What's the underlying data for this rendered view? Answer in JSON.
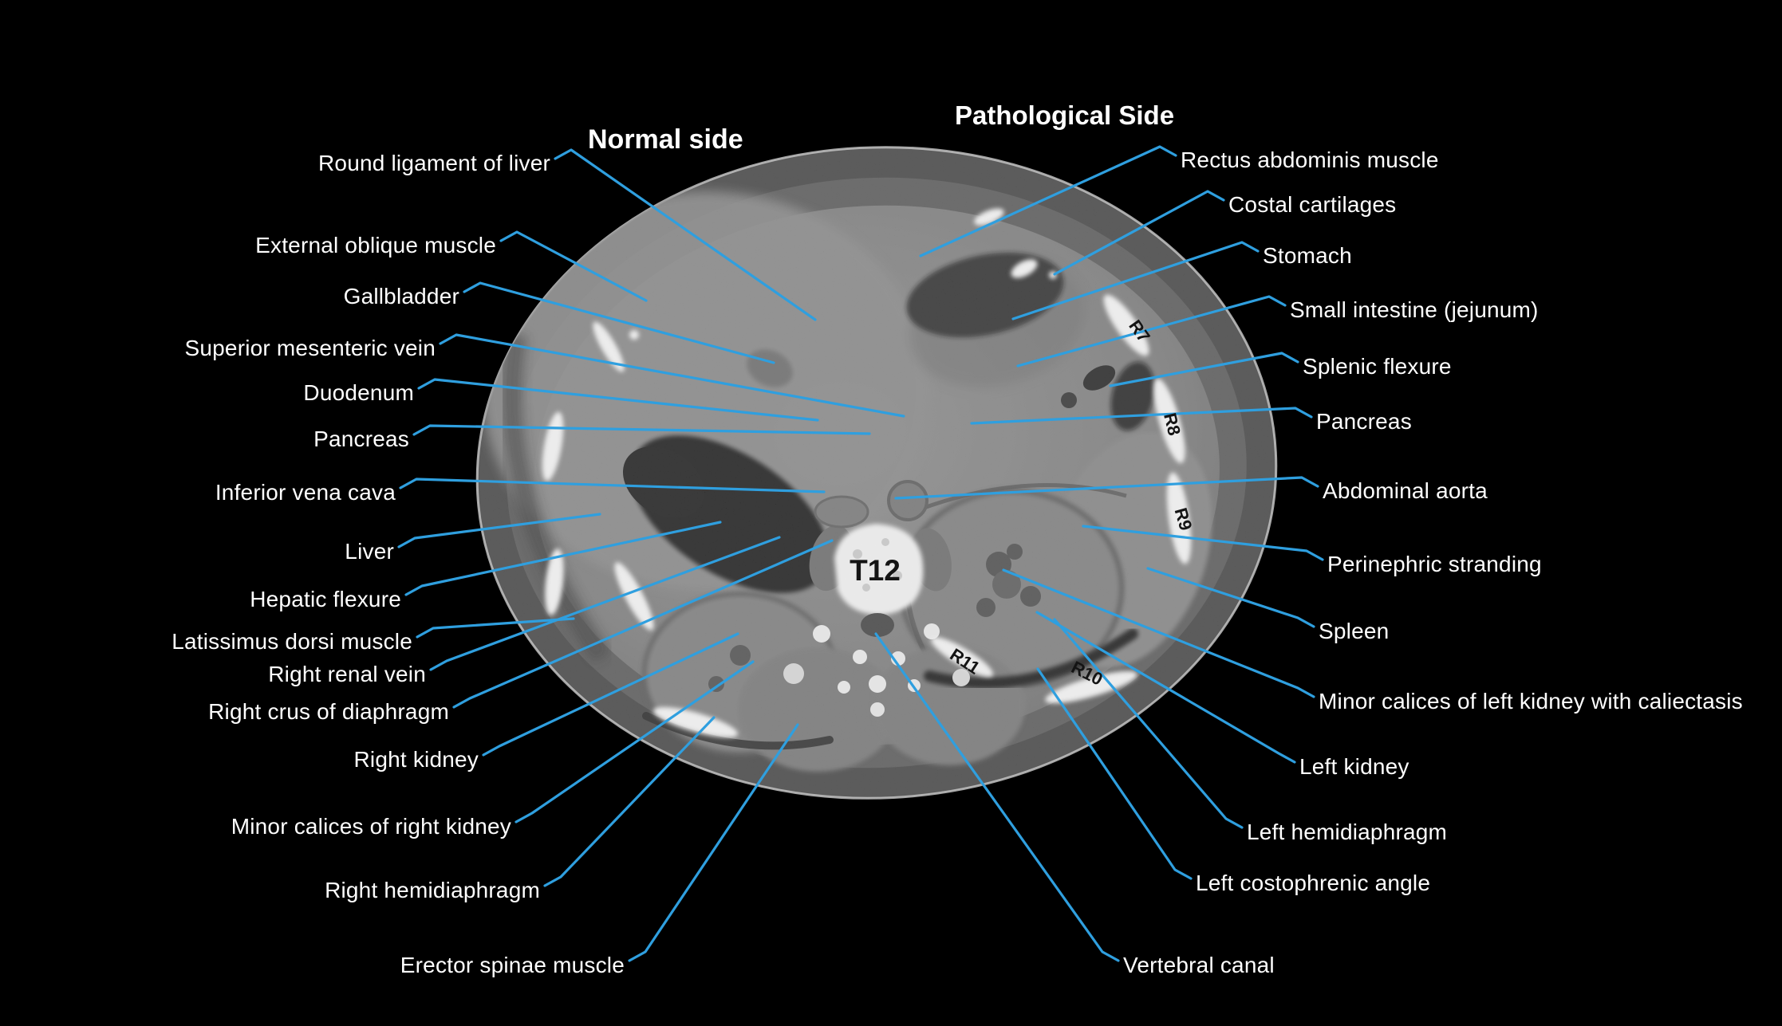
{
  "header": {
    "normal_side": "Normal side",
    "pathological_side": "Pathological Side"
  },
  "annotations": {
    "left": [
      {
        "text": "Round ligament of liver"
      },
      {
        "text": "External oblique muscle"
      },
      {
        "text": "Gallbladder"
      },
      {
        "text": "Superior mesenteric vein"
      },
      {
        "text": "Duodenum"
      },
      {
        "text": "Pancreas"
      },
      {
        "text": "Inferior vena cava"
      },
      {
        "text": "Liver"
      },
      {
        "text": "Hepatic flexure"
      },
      {
        "text": "Latissimus dorsi muscle"
      },
      {
        "text": "Right renal vein"
      },
      {
        "text": "Right crus of diaphragm"
      },
      {
        "text": "Right kidney"
      },
      {
        "text": "Minor calices of right kidney"
      },
      {
        "text": "Right hemidiaphragm"
      },
      {
        "text": "Erector spinae muscle"
      }
    ],
    "right": [
      {
        "text": "Rectus abdominis muscle"
      },
      {
        "text": "Costal cartilages"
      },
      {
        "text": "Stomach"
      },
      {
        "text": "Small intestine (jejunum)"
      },
      {
        "text": "Splenic flexure"
      },
      {
        "text": "Pancreas"
      },
      {
        "text": "Abdominal aorta"
      },
      {
        "text": "Perinephric stranding"
      },
      {
        "text": "Spleen"
      },
      {
        "text": "Minor calices of left kidney with caliectasis"
      },
      {
        "text": "Left kidney"
      },
      {
        "text": "Left hemidiaphragm"
      },
      {
        "text": "Left costophrenic angle"
      },
      {
        "text": "Vertebral canal"
      }
    ]
  },
  "image_labels": {
    "vertebra": "T12",
    "ribs": [
      "R7",
      "R8",
      "R9",
      "R10",
      "R11"
    ]
  },
  "colors": {
    "background": "#000000",
    "label_text": "#ffffff",
    "leader_line": "#2f9fdf",
    "bone_label": "#141414"
  }
}
